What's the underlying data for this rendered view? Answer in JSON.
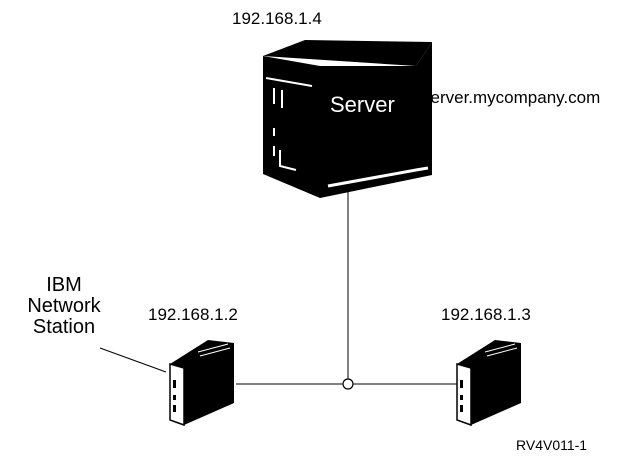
{
  "server": {
    "ip": "192.168.1.4",
    "label": "Server",
    "hostname": "server.mycompany.com"
  },
  "stations": {
    "left_ip": "192.168.1.2",
    "right_ip": "192.168.1.3",
    "callout_lines": [
      "IBM",
      "Network",
      "Station"
    ]
  },
  "figure_id": "RV4V011-1",
  "colors": {
    "ink": "#000000",
    "paper": "#ffffff"
  }
}
